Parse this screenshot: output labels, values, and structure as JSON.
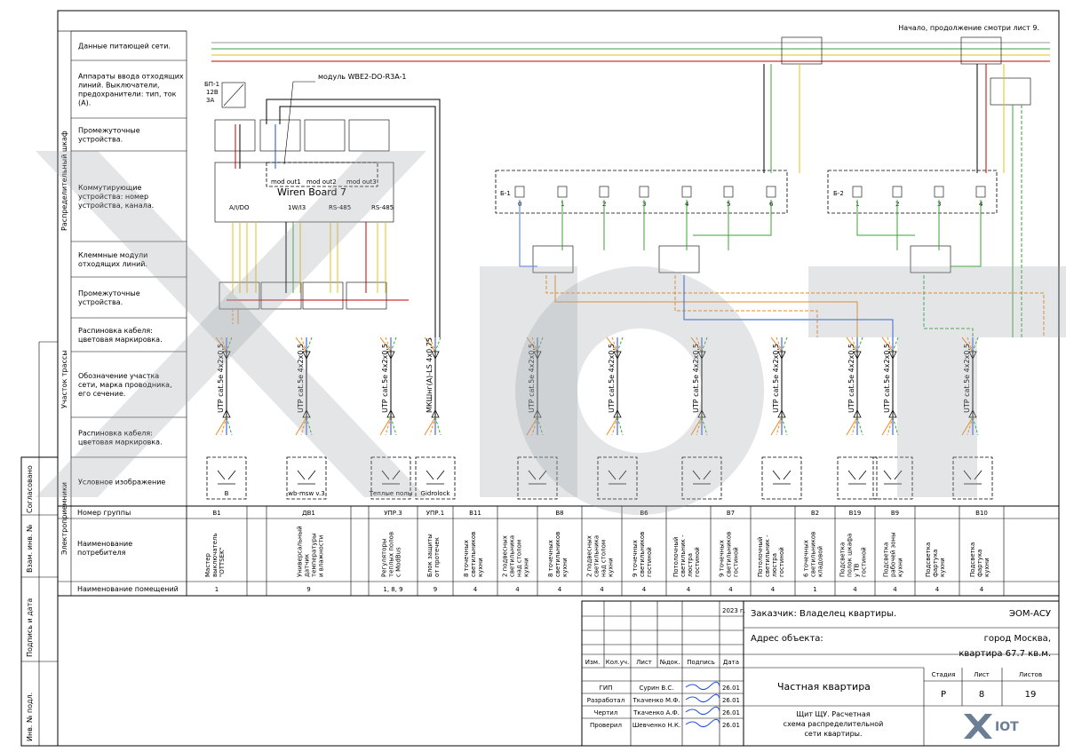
{
  "header_note": "Начало, продолжение смотри лист 9.",
  "left_side": {
    "dist_cabinet": "Распределительный шкаф",
    "route": "Участок трассы",
    "consumers": "Электроприемники",
    "approved": "Согласовано",
    "vzam": "Взам. инв. №",
    "sign_date": "Подпись и дата",
    "inv_orig": "Инв. № подл."
  },
  "rows": [
    "Данные питающей сети.",
    "Аппараты ввода отходящих линий. Выключатели, предохранители: тип, ток (А).",
    "Промежуточные устройства.",
    "Коммутирующие устройства: номер устройства, канала.",
    "Клеммные модули отходящих линий.",
    "Промежуточные устройства.",
    "Распиновка кабеля: цветовая маркировка.",
    "Обозначение участка сети, марка проводника, его сечение.",
    "Распиновка кабеля: цветовая маркировка.",
    "Условное изображение"
  ],
  "devices": {
    "psu": "БП-1 12В 3А",
    "module_label": "модуль WBE2-DO-R3A-1",
    "wiren_board": "Wiren Board 7",
    "aio": "A/I/DO",
    "one_wire": "1W/I3",
    "rs485": "RS-485",
    "mod_out1": "mod out1",
    "mod_out2": "mod out2",
    "mod_out3": "mod out3",
    "b1": "Б-1",
    "b2": "Б-2"
  },
  "cables": [
    "UTP cat.5e 4x2x0,5",
    "UTP cat.5e 4x2x0,5",
    "UTP cat.5e 4x2x0,5",
    "МКШнг(А)-LS 4x0,75",
    "UTP cat.5e 4x2x0,5",
    "UTP cat.5e 4x2x0,5",
    "UTP cat.5e 4x2x0,5",
    "UTP cat.5e 4x2x0,5",
    "UTP cat.5e 4x2x0,5",
    "UTP cat.5e 4x2x0,5",
    "UTP cat.5e 4x2x0,5"
  ],
  "symbols": [
    "B",
    "wb-msw v.3",
    "Теплые полы",
    "Gidrolock"
  ],
  "table": {
    "group_label": "Номер группы",
    "consumer_label": "Наименование потребителя",
    "room_label": "Наименование помещений",
    "groups": [
      "B1",
      "",
      "ДВ1",
      "",
      "УПР.3",
      "УПР.1",
      "B11",
      "",
      "B8",
      "",
      "B6",
      "",
      "B7",
      "",
      "B2",
      "B19",
      "B9",
      "",
      "B10"
    ],
    "consumers": [
      "Мастер выключатель \"OTTSEK\"",
      "",
      "Универсальный датчик температуры и влажности",
      "",
      "Регуляторы теплых полов с ModBus",
      "Блок защиты от протечек",
      "8 точечных светильников кухни",
      "2 подвесных светильника над столом кухни",
      "8 точечных светильников кухни",
      "2 подвесных светильника над столом кухни",
      "9 точечных светильников гостиной",
      "Потолочный светильник - люстра гостиной",
      "9 точечных светильников гостиной",
      "Потолочный светильник - люстра гостиной",
      "6 точечных светильников кладовой",
      "Подсветка полок шкафа у ТВ гостиной",
      "Подсветка рабочей зоны кухни",
      "Подсветка фартука кухни",
      "Подсветка фартука кухни"
    ],
    "rooms": [
      "1",
      "",
      "9",
      "",
      "1, 8, 9",
      "9",
      "4",
      "4",
      "4",
      "4",
      "4",
      "4",
      "4",
      "4",
      "1",
      "4",
      "4",
      "4",
      "4"
    ]
  },
  "title_block": {
    "year": "2023 г.",
    "customer": "Заказчик:  Владелец квартиры.",
    "code": "ЭОМ-АСУ",
    "address_label": "Адрес объекта:",
    "city": "город Москва,",
    "apartment": "квартира 67.7 кв.м.",
    "col_headers": [
      "Изм.",
      "Кол.уч.",
      "Лист",
      "№док.",
      "Подпись",
      "Дата"
    ],
    "roles": [
      {
        "role": "ГИП",
        "name": "Сурин В.С.",
        "date": "26.01"
      },
      {
        "role": "Разработал",
        "name": "Ткаченко М.Ф.",
        "date": "26.01"
      },
      {
        "role": "Чертил",
        "name": "Ткаченко А.Ф.",
        "date": "26.01"
      },
      {
        "role": "Проверил",
        "name": "Шевченко Н.К.",
        "date": "26.01"
      }
    ],
    "project_name": "Частная квартира",
    "stage_label": "Стадия",
    "sheet_label": "Лист",
    "sheets_label": "Листов",
    "stage": "Р",
    "sheet": "8",
    "sheets": "19",
    "drawing_title_1": "Щит ЩУ. Расчетная",
    "drawing_title_2": "схема распределительной",
    "drawing_title_3": "сети квартиры.",
    "logo_text": "IOT"
  },
  "colors": {
    "phase": "#c00000",
    "neutral": "#1f4fd0",
    "pe": "#3aa33a",
    "signal": "#e0c020",
    "orange": "#f08a1e",
    "watermark": "#9aa0a6"
  }
}
